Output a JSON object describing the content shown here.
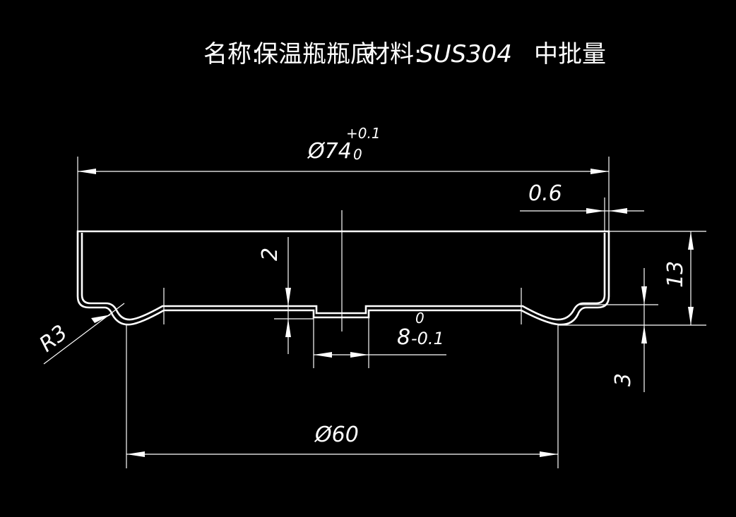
{
  "title": {
    "name_label": "名称:",
    "name_value": "保温瓶瓶底",
    "material_label": "材料:",
    "material_value": "SUS304",
    "batch": "中批量"
  },
  "dimensions": {
    "outer_diameter": "Ø74",
    "outer_tol_upper": "+0.1",
    "outer_tol_lower": "0",
    "wall_thickness": "0.6",
    "step_height": "2",
    "total_height": "13",
    "foot_height": "3",
    "radius": "R3",
    "slot_width": "8",
    "slot_tol_upper": "0",
    "slot_tol_lower": "-0.1",
    "foot_diameter": "Ø60"
  },
  "colors": {
    "background": "#000000",
    "lines": "#ffffff"
  }
}
